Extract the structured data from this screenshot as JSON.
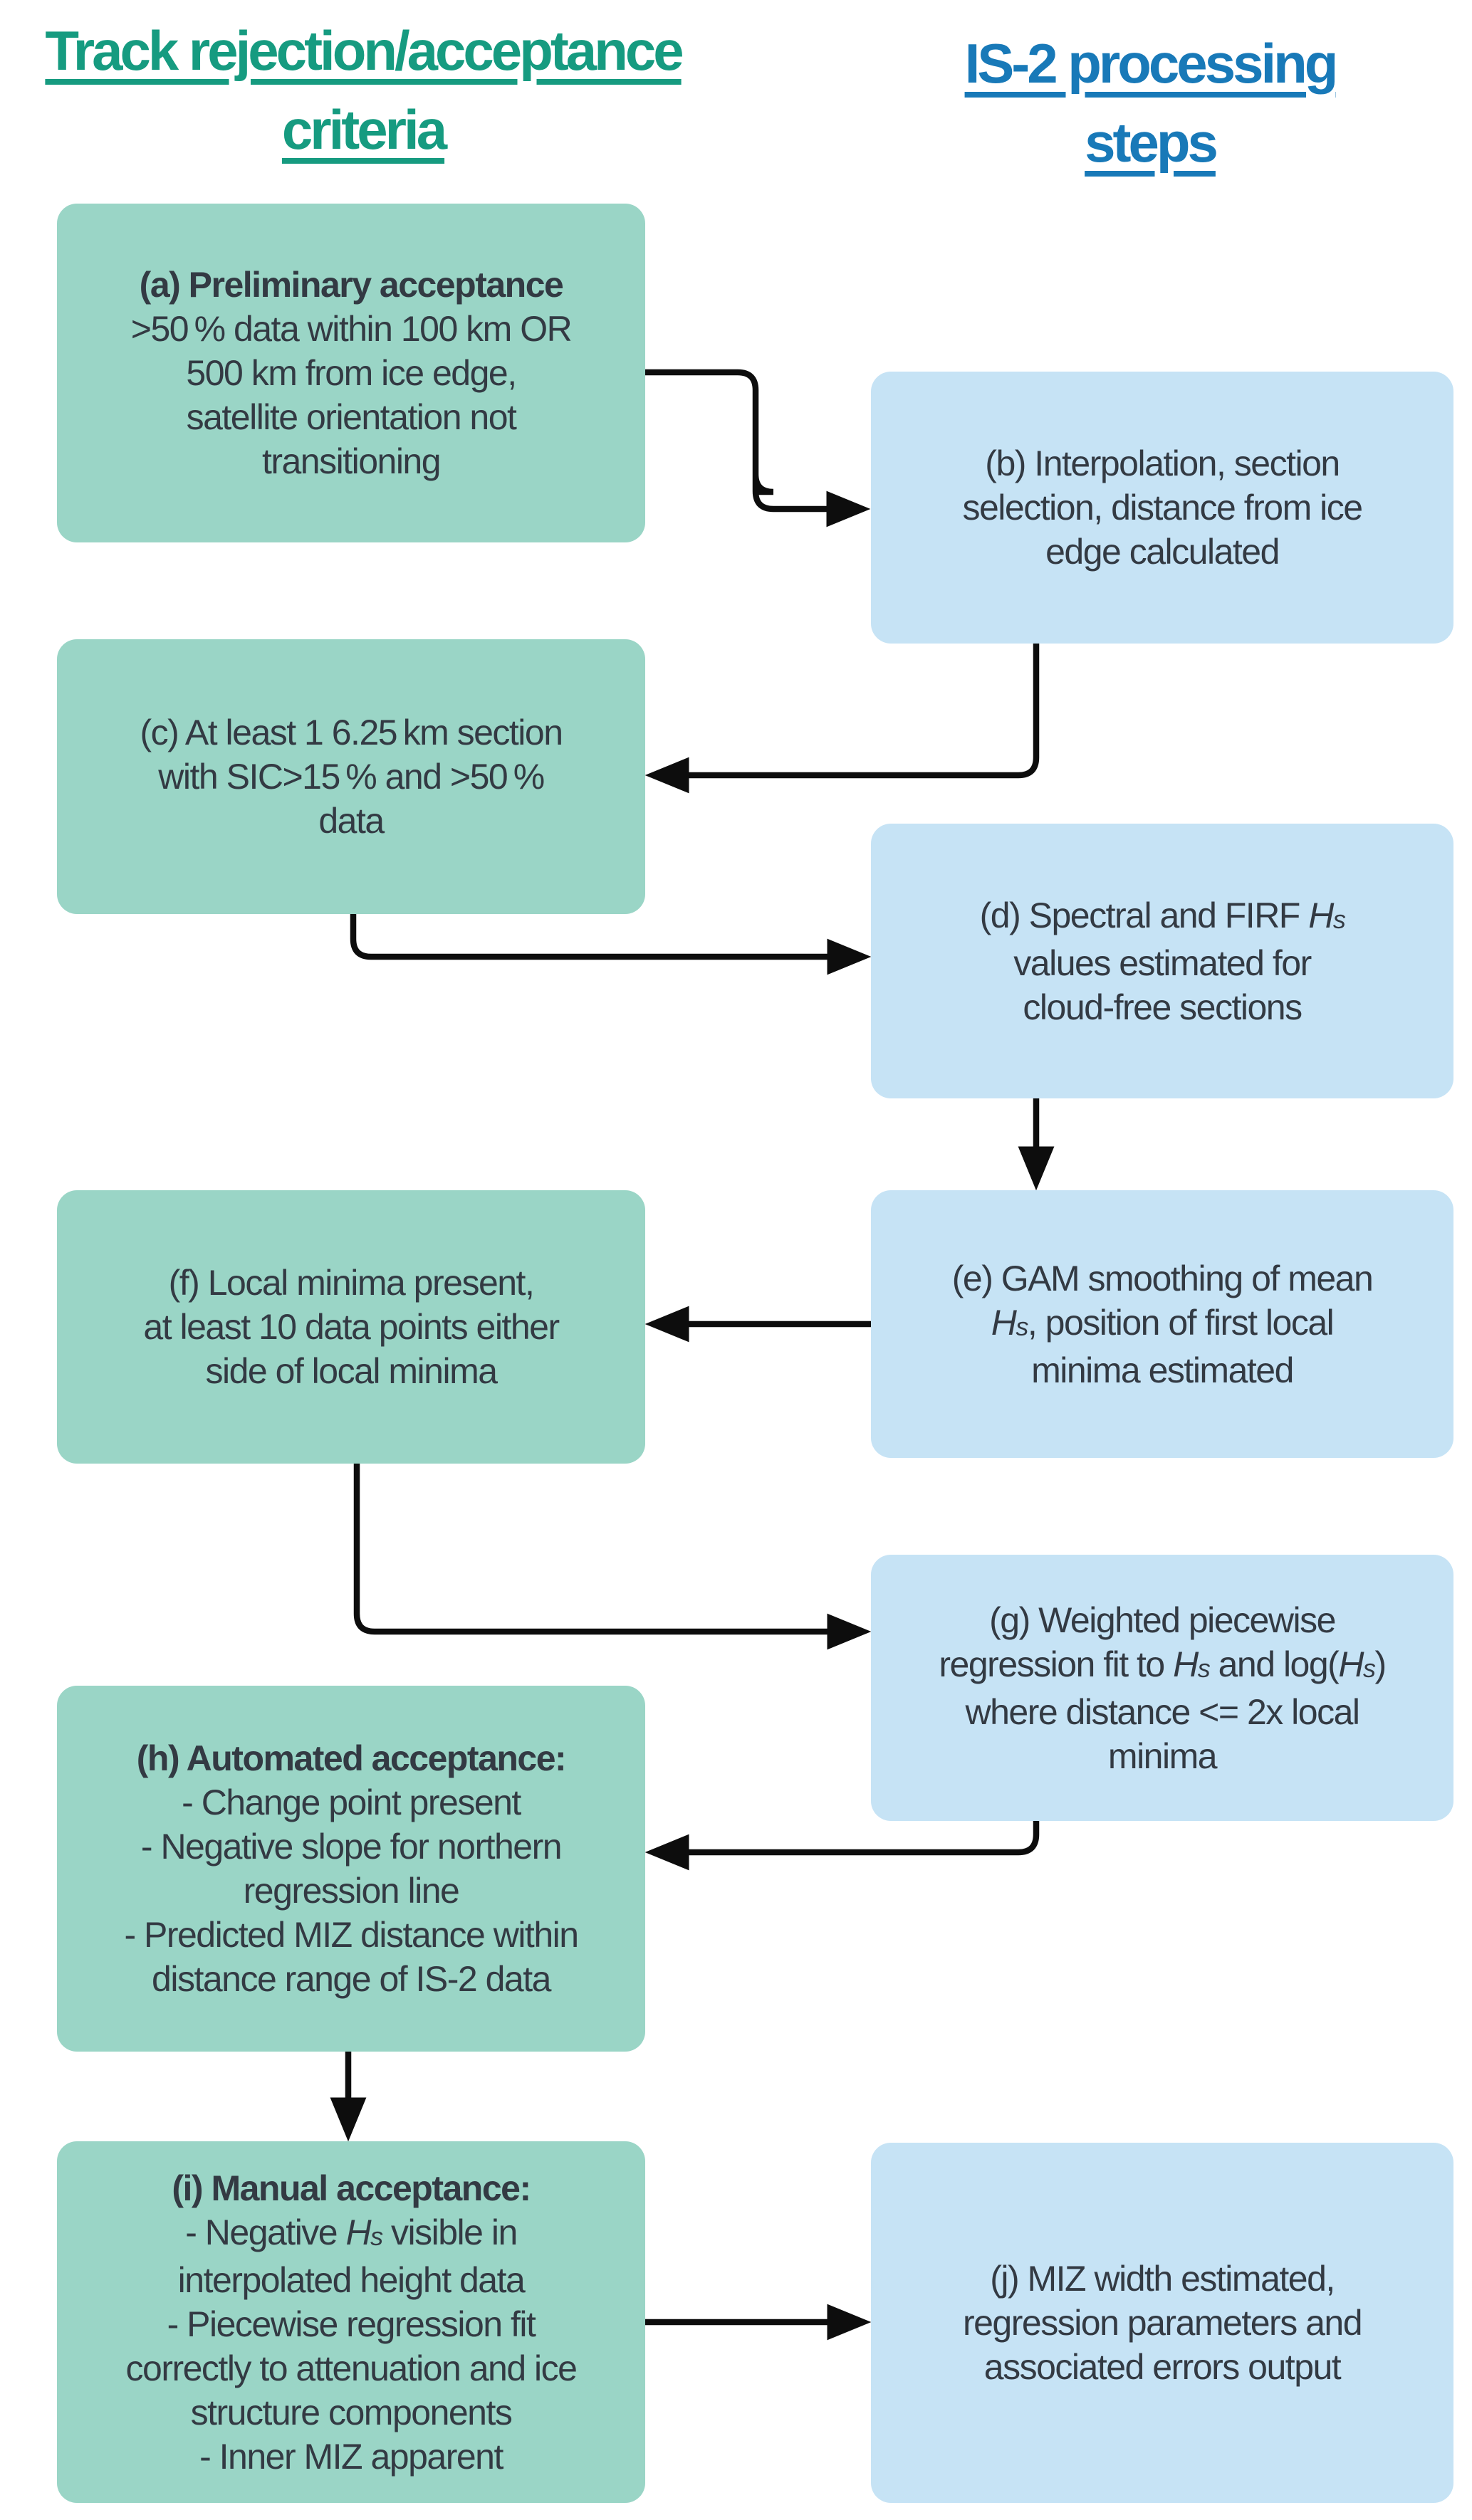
{
  "colors": {
    "left_box_fill": "#9ad5c6",
    "right_box_fill": "#c6e3f5",
    "left_header_text": "#169b80",
    "right_header_text": "#1879b8",
    "box_text": "#333a43",
    "arrow": "#0d0d0d",
    "background": "#ffffff"
  },
  "headers": {
    "left": {
      "lines": [
        [
          {
            "t": "Track rejection/acceptance"
          }
        ],
        [
          {
            "t": "criteria"
          }
        ]
      ]
    },
    "right": {
      "lines": [
        [
          {
            "t": "IS-2 processing"
          }
        ],
        [
          {
            "t": "steps"
          }
        ]
      ]
    }
  },
  "boxes": {
    "a": {
      "column": "left",
      "lines": [
        [
          {
            "t": "(a) Preliminary acceptance",
            "b": true
          }
        ],
        [
          {
            "t": ">50 % data within 100 km OR"
          }
        ],
        [
          {
            "t": "500 km from ice edge,"
          }
        ],
        [
          {
            "t": "satellite orientation not"
          }
        ],
        [
          {
            "t": "transitioning"
          }
        ]
      ]
    },
    "b": {
      "column": "right",
      "lines": [
        [
          {
            "t": "(b) Interpolation, section"
          }
        ],
        [
          {
            "t": "selection, distance from ice"
          }
        ],
        [
          {
            "t": "edge calculated"
          }
        ]
      ]
    },
    "c": {
      "column": "left",
      "lines": [
        [
          {
            "t": "(c) At least 1 6.25 km section"
          }
        ],
        [
          {
            "t": "with SIC>15 % and >50 %"
          }
        ],
        [
          {
            "t": "data"
          }
        ]
      ]
    },
    "d": {
      "column": "right",
      "lines": [
        [
          {
            "t": "(d) Spectral and FIRF "
          },
          {
            "t": "H",
            "i": true
          },
          {
            "t": "s",
            "i": true,
            "s": true
          }
        ],
        [
          {
            "t": "values estimated for"
          }
        ],
        [
          {
            "t": "cloud-free sections"
          }
        ]
      ]
    },
    "e": {
      "column": "right",
      "lines": [
        [
          {
            "t": "(e) GAM smoothing of mean"
          }
        ],
        [
          {
            "t": "H",
            "i": true
          },
          {
            "t": "s",
            "i": true,
            "s": true
          },
          {
            "t": ", position of first local"
          }
        ],
        [
          {
            "t": "minima estimated"
          }
        ]
      ]
    },
    "f": {
      "column": "left",
      "lines": [
        [
          {
            "t": "(f) Local minima present,"
          }
        ],
        [
          {
            "t": "at least 10 data points either"
          }
        ],
        [
          {
            "t": "side of local minima"
          }
        ]
      ]
    },
    "g": {
      "column": "right",
      "lines": [
        [
          {
            "t": "(g) Weighted piecewise"
          }
        ],
        [
          {
            "t": "regression fit to "
          },
          {
            "t": "H",
            "i": true
          },
          {
            "t": "s",
            "i": true,
            "s": true
          },
          {
            "t": " and log("
          },
          {
            "t": "H",
            "i": true
          },
          {
            "t": "s",
            "i": true,
            "s": true
          },
          {
            "t": ")"
          }
        ],
        [
          {
            "t": "where distance <= 2x local"
          }
        ],
        [
          {
            "t": "minima"
          }
        ]
      ]
    },
    "h": {
      "column": "left",
      "lines": [
        [
          {
            "t": "(h) Automated acceptance:",
            "b": true
          }
        ],
        [
          {
            "t": "- Change point present"
          }
        ],
        [
          {
            "t": "- Negative slope for northern"
          }
        ],
        [
          {
            "t": "regression line"
          }
        ],
        [
          {
            "t": "- Predicted MIZ distance within"
          }
        ],
        [
          {
            "t": "distance range of IS-2 data"
          }
        ]
      ]
    },
    "i": {
      "column": "left",
      "lines": [
        [
          {
            "t": "(i) Manual acceptance:",
            "b": true
          }
        ],
        [
          {
            "t": "- Negative "
          },
          {
            "t": "H",
            "i": true
          },
          {
            "t": "s",
            "i": true,
            "s": true
          },
          {
            "t": " visible in"
          }
        ],
        [
          {
            "t": "interpolated height data"
          }
        ],
        [
          {
            "t": "- Piecewise regression fit"
          }
        ],
        [
          {
            "t": "correctly to attenuation and ice"
          }
        ],
        [
          {
            "t": "structure components"
          }
        ],
        [
          {
            "t": "- Inner MIZ apparent"
          }
        ]
      ]
    },
    "j": {
      "column": "right",
      "lines": [
        [
          {
            "t": "(j) MIZ width estimated,"
          }
        ],
        [
          {
            "t": "regression parameters and"
          }
        ],
        [
          {
            "t": "associated errors output"
          }
        ]
      ]
    }
  },
  "connections": [
    {
      "from": "a",
      "to": "b"
    },
    {
      "from": "b",
      "to": "c"
    },
    {
      "from": "c",
      "to": "d"
    },
    {
      "from": "d",
      "to": "e"
    },
    {
      "from": "e",
      "to": "f"
    },
    {
      "from": "f",
      "to": "g"
    },
    {
      "from": "g",
      "to": "h"
    },
    {
      "from": "h",
      "to": "i"
    },
    {
      "from": "i",
      "to": "j"
    }
  ]
}
